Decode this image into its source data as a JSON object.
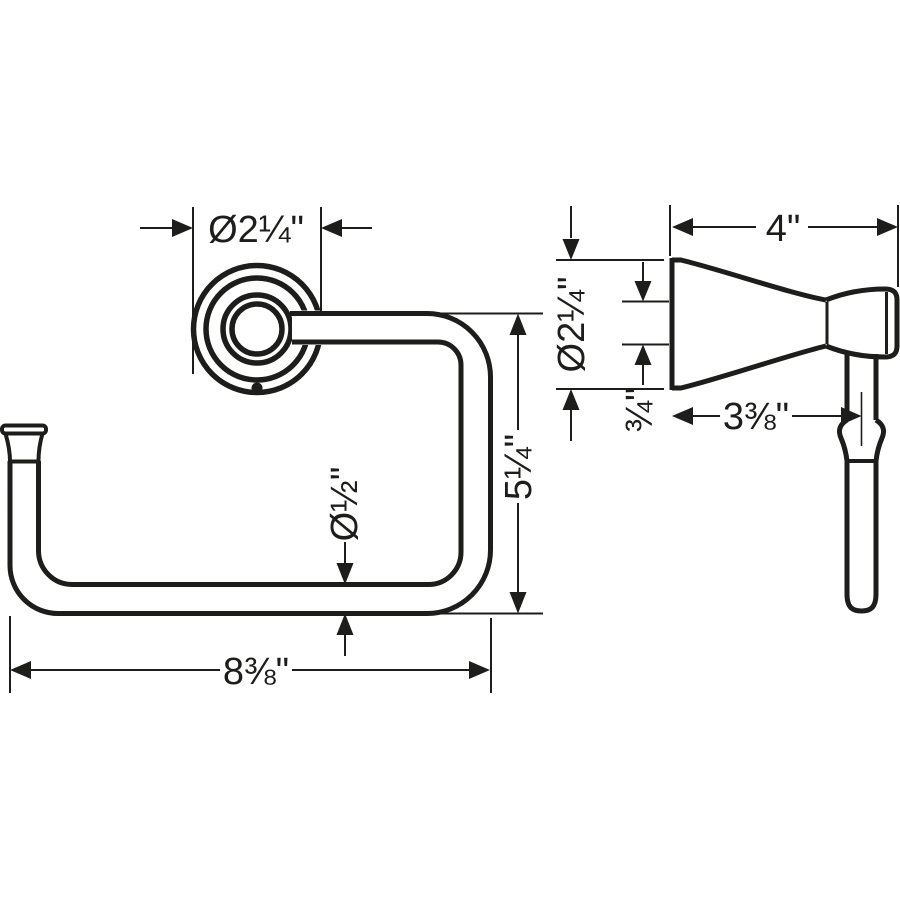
{
  "drawing": {
    "background": "#ffffff",
    "line_color": "#1d1d1b",
    "dims": {
      "front_mount_diameter": "Ø2¼\"",
      "front_height": "5¼\"",
      "front_tube_diameter": "Ø½\"",
      "front_overall_width": "8⅜\"",
      "side_depth": "4\"",
      "side_plate_diameter": "Ø2¼\"",
      "side_neck_diameter": "¾\"",
      "side_wall_to_ring_center": "3⅜\""
    }
  }
}
